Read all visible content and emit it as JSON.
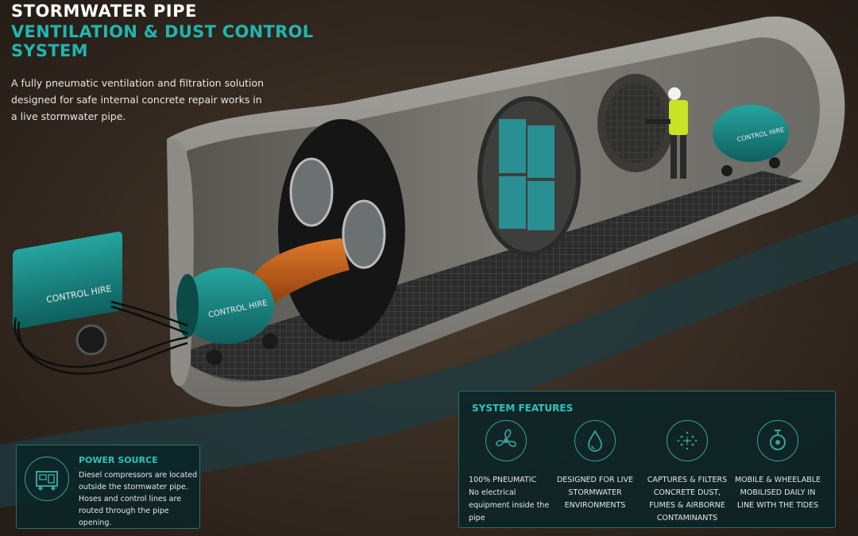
{
  "header": {
    "title_line1": "STORMWATER PIPE",
    "title_line2": "VENTILATION & DUST CONTROL SYSTEM",
    "intro": "A fully pneumatic ventilation and filtration solution designed for safe internal concrete repair works in a live stormwater pipe."
  },
  "scene": {
    "compressor_label": "CONTROL HIRE",
    "fan_label": "CONTROL HIRE",
    "far_fan_label": "CONTROL HIRE"
  },
  "power_panel": {
    "heading": "POWER SOURCE",
    "text": "Diesel compressors are located outside the stormwater pipe. Hoses and control lines are routed through the pipe opening.",
    "icon": "generator-icon"
  },
  "features_panel": {
    "heading": "SYSTEM FEATURES",
    "items": [
      {
        "icon": "fan-icon",
        "line1": "100% PNEUMATIC",
        "line2": "No electrical equipment inside the pipe"
      },
      {
        "icon": "water-drop-icon",
        "line1": "DESIGNED FOR LIVE",
        "line2": "STORMWATER ENVIRONMENTS"
      },
      {
        "icon": "dust-filter-icon",
        "line1": "CAPTURES & FILTERS",
        "line2": "CONCRETE DUST, FUMES & AIRBORNE CONTAMINANTS"
      },
      {
        "icon": "wheel-icon",
        "line1": "MOBILE & WHEELABLE",
        "line2": "MOBILISED DAILY IN LINE WITH THE TIDES"
      }
    ]
  },
  "colors": {
    "accent": "#1fb6ae",
    "equipment": "#1a8a8a",
    "hose": "#d2691e",
    "panel_bg": "#0a2426"
  }
}
